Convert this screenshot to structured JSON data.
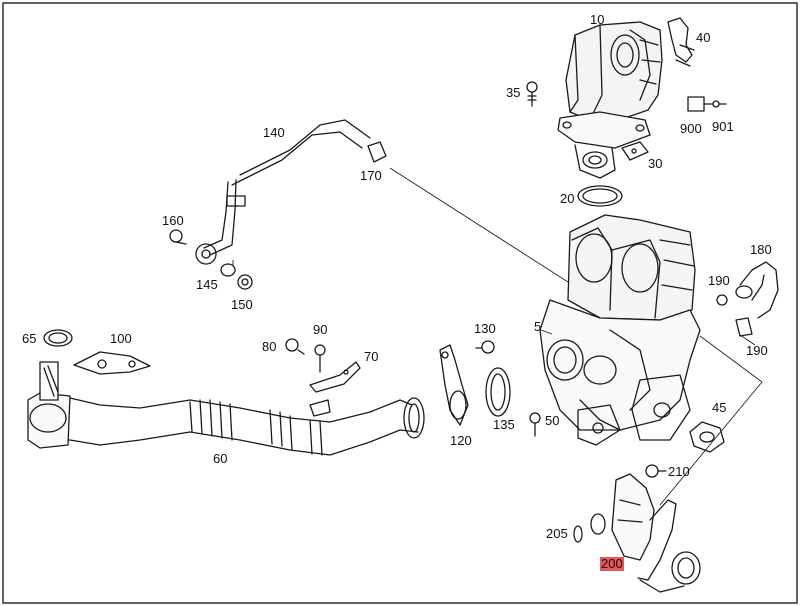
{
  "diagram": {
    "highlight_color": "#e8555a",
    "highlighted_part": "200",
    "parts": {
      "p5": "5",
      "p10": "10",
      "p20": "20",
      "p30": "30",
      "p35": "35",
      "p40": "40",
      "p45": "45",
      "p50": "50",
      "p60": "60",
      "p65": "65",
      "p70": "70",
      "p80": "80",
      "p90": "90",
      "p100": "100",
      "p120": "120",
      "p130": "130",
      "p135": "135",
      "p140": "140",
      "p145": "145",
      "p150": "150",
      "p160": "160",
      "p170": "170",
      "p180": "180",
      "p190a": "190",
      "p190b": "190",
      "p200": "200",
      "p205": "205",
      "p210": "210",
      "p900": "900",
      "p901": "901"
    }
  }
}
